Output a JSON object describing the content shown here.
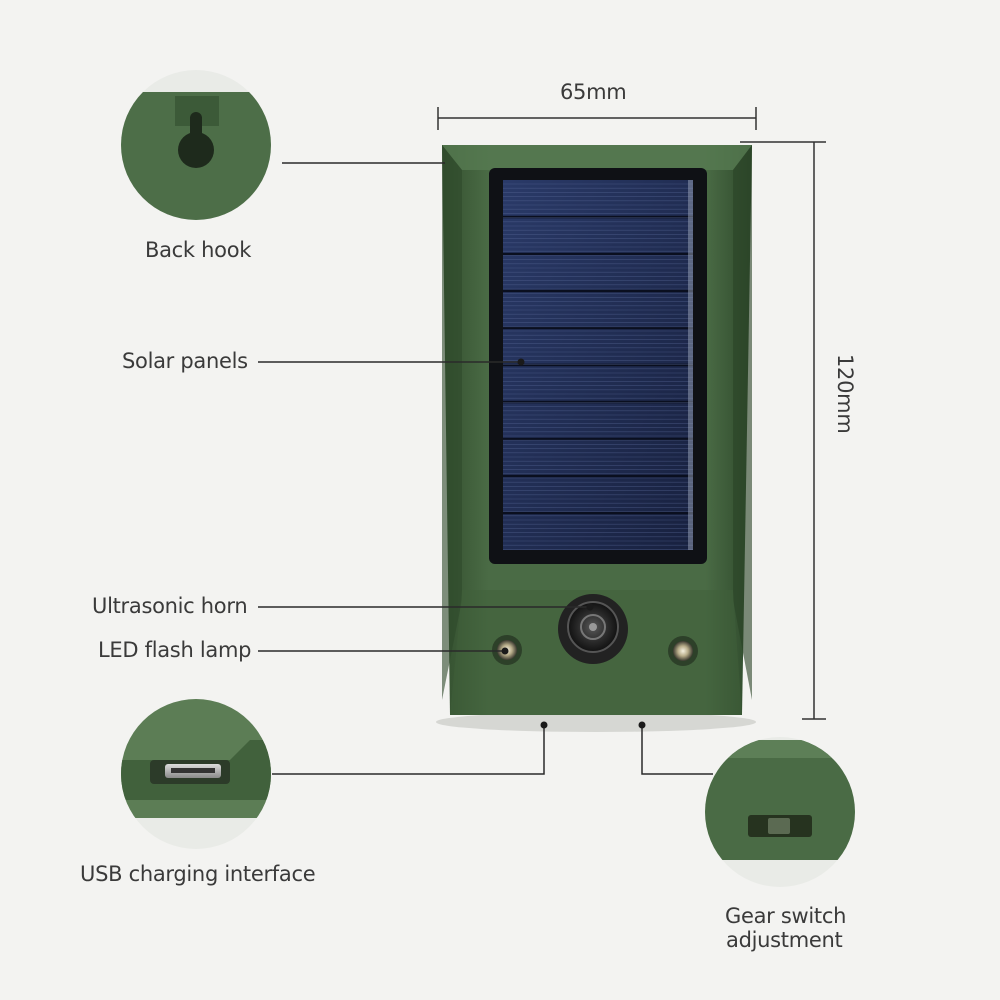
{
  "dimensions": {
    "width_label": "65mm",
    "height_label": "120mm"
  },
  "callouts": {
    "back_hook": "Back hook",
    "solar_panels": "Solar panels",
    "ultrasonic_horn": "Ultrasonic horn",
    "led_flash_lamp": "LED flash lamp",
    "usb_charging": "USB charging interface",
    "gear_switch_line1": "Gear switch",
    "gear_switch_line2": "adjustment"
  },
  "colors": {
    "body_green": "#3d5c3a",
    "panel_blue": "#1f2c52",
    "background": "#f3f3f1"
  }
}
